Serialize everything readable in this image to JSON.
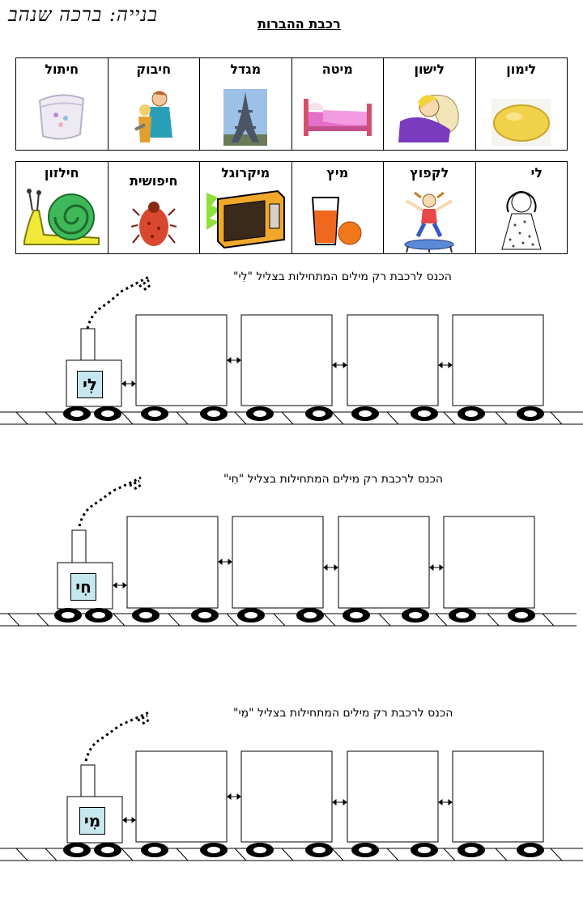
{
  "header": {
    "author": "בנייה: ברכה שנהב",
    "title": "רכבת ההברות"
  },
  "word_rows": [
    [
      "לימון",
      "לישון",
      "מיטה",
      "מגדל",
      "חיבוק",
      "חיתול"
    ],
    [
      "לי",
      "לקפוץ",
      "מיץ",
      "מיקרוגל",
      "חיפושית",
      "חילזון"
    ]
  ],
  "trains": [
    {
      "instruction": "הכנס לרכבת רק מילים המתחילות בצליל \"לִי\"",
      "syllable": "לִי"
    },
    {
      "instruction": "הכנס לרכבת רק מילים המתחילות בצליל \"חִי\"",
      "syllable": "חִי"
    },
    {
      "instruction": "הכנס לרכבת רק מילים המתחילות בצליל \"מִי\"",
      "syllable": "מִי"
    }
  ],
  "icons": {
    "row1": [
      "lemon-icon",
      "sleeping-girl-icon",
      "bed-icon",
      "eiffel-tower-icon",
      "hug-icon",
      "diaper-icon"
    ],
    "row2": [
      "girl-icon",
      "jumping-child-icon",
      "juice-icon",
      "microwave-icon",
      "beetle-icon",
      "snail-icon"
    ]
  }
}
